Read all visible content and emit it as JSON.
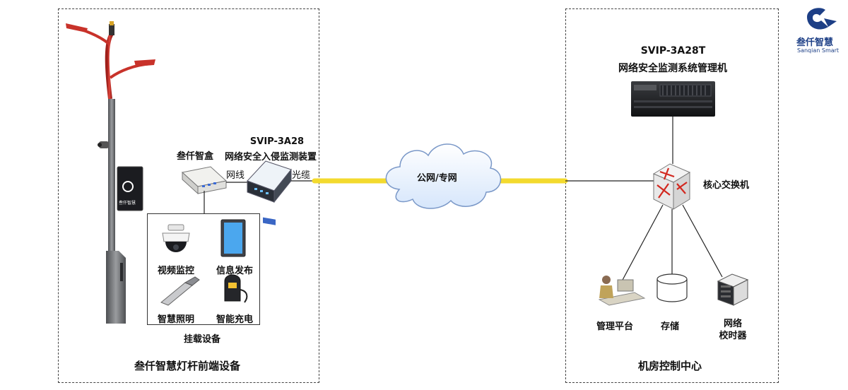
{
  "logo": {
    "cn": "叁仟智慧",
    "en": "Sanqian Smart",
    "accent": "#1d3f86"
  },
  "left_panel": {
    "caption": "叁仟智慧灯杆前端设备",
    "smart_box": "叁仟智盒",
    "device_model": "SVIP-3A28",
    "device_name": "网络安全入侵监测装置",
    "link_ethernet": "网线",
    "link_fiber": "光缆",
    "mounted_caption": "挂载设备",
    "mounted_items": [
      "视频监控",
      "信息发布",
      "智慧照明",
      "智能充电"
    ],
    "pole_screen_text": "叁仟智慧"
  },
  "network": {
    "cloud_label": "公网/专网",
    "fiber_color": "#f3da2e"
  },
  "right_panel": {
    "caption": "机房控制中心",
    "server_model": "SVIP-3A28T",
    "server_name": "网络安全监测系统管理机",
    "switch_label": "核心交换机",
    "endpoints": [
      "管理平台",
      "存储",
      "网络",
      "校时器"
    ]
  },
  "colors": {
    "pole_red": "#c8322a",
    "pole_gray": "#6d6f72",
    "switch_red": "#d2281f"
  }
}
